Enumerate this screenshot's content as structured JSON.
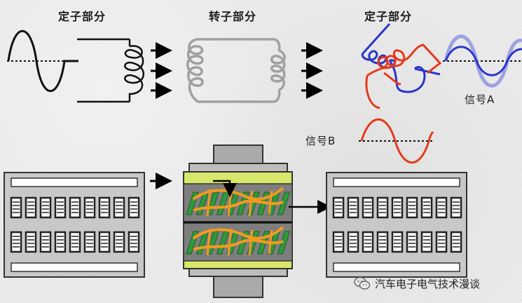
{
  "labels": {
    "stator_left": "定子部分",
    "rotor": "转子部分",
    "stator_right": "定子部分",
    "signal_a": "信号A",
    "signal_b": "信号B"
  },
  "watermark": {
    "text": "汽车电子电气技术漫谈",
    "icon": "wechat-icon"
  },
  "colors": {
    "signal_a": "#2b35c8",
    "signal_b": "#e33a1c",
    "rotor_coil": "#a0a0a0",
    "winding_green": "#2f9a3c",
    "winding_orange": "#f39a1e",
    "ring_outline": "#333333"
  }
}
